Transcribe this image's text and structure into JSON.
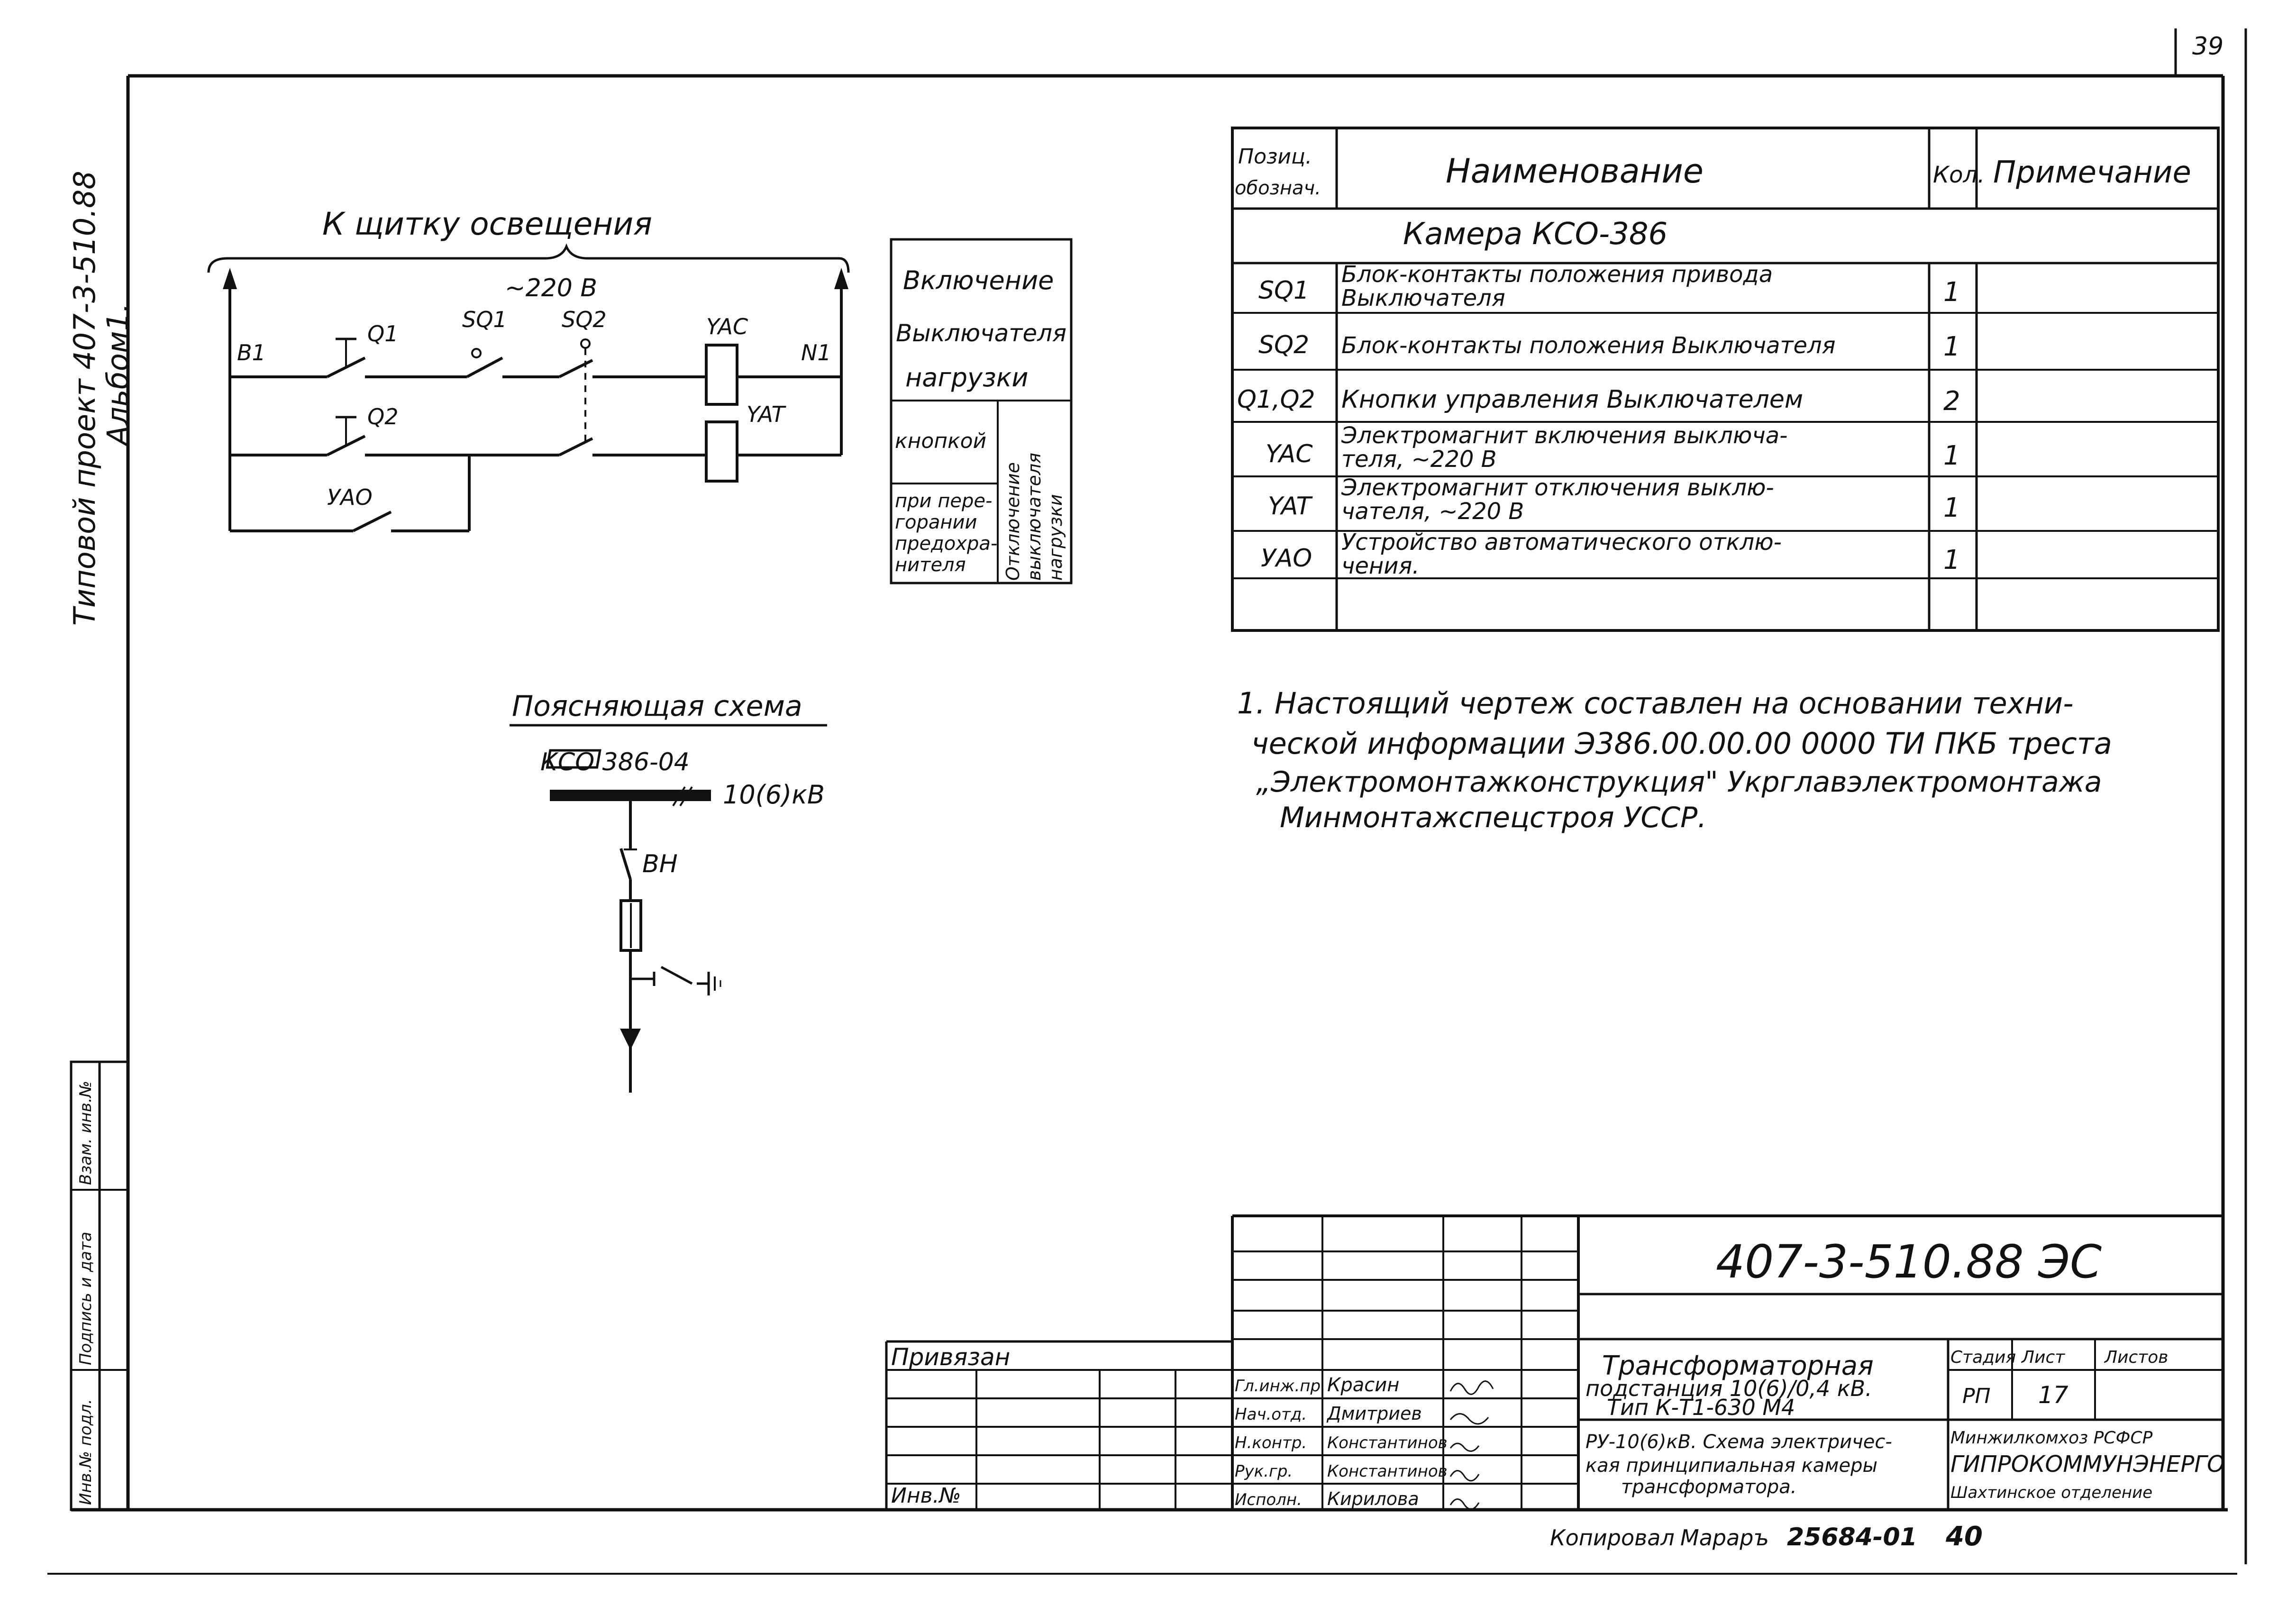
{
  "sheet_number": "39",
  "side_label": {
    "line1": "Типовой проект 407-3-510.88",
    "line2": "Альбом1."
  },
  "schematic": {
    "title": "К щитку освещения",
    "voltage": "~220 В",
    "labels": {
      "b1": "В1",
      "n1": "N1",
      "q1": "Q1",
      "q2": "Q2",
      "sq1": "SQ1",
      "sq2": "SQ2",
      "yac": "YAC",
      "yat": "YAT",
      "yao": "УАО"
    }
  },
  "control_table": {
    "header": [
      "Включение",
      "Выключателя",
      "нагрузки"
    ],
    "row_left": [
      "кнопкой",
      "при пере-",
      "горании",
      "предохра-",
      "нителя"
    ],
    "row_right": [
      "Отключение",
      "выключателя",
      "нагрузки"
    ]
  },
  "spec_table": {
    "headers": {
      "pos": [
        "Позиц.",
        "обознач."
      ],
      "name": "Наименование",
      "qty": "Кол.",
      "note": "Примечание"
    },
    "section": "Камера КСО-386",
    "rows": [
      {
        "pos": "SQ1",
        "name": [
          "Блок-контакты положения привода",
          "Выключателя"
        ],
        "qty": "1"
      },
      {
        "pos": "SQ2",
        "name": [
          "Блок-контакты положения Выключателя"
        ],
        "qty": "1"
      },
      {
        "pos": "Q1,Q2",
        "name": [
          "Кнопки управления Выключателем"
        ],
        "qty": "2"
      },
      {
        "pos": "YAC",
        "name": [
          "Электромагнит включения выключа-",
          "теля, ~220 В"
        ],
        "qty": "1"
      },
      {
        "pos": "YAT",
        "name": [
          "Электромагнит отключения выклю-",
          "чателя, ~220 В"
        ],
        "qty": "1"
      },
      {
        "pos": "УАО",
        "name": [
          "Устройство автоматического отклю-",
          "чения."
        ],
        "qty": "1"
      }
    ]
  },
  "notes": [
    "1. Настоящий чертеж составлен на основании техни-",
    "ческой информации Э386.00.00.00 0000 ТИ ПКБ треста",
    "„Электромонтажконструкция\" Укрглавэлектромонтажа",
    "Минмонтажспецстроя УССР."
  ],
  "explanatory": {
    "title": "Поясняющая схема",
    "cell": "КСО 386-04",
    "voltage": "10(6)кВ",
    "switch": "ВН"
  },
  "left_stamp": [
    "Инв.№ подл.",
    "Подпись и дата",
    "Взам. инв.№"
  ],
  "title_block": {
    "code": "407-3-510.88 ЭС",
    "privyazan": "Привязан",
    "inv": "Инв.№",
    "roles": [
      "Гл.инж.пр.",
      "Нач.отд.",
      "Н.контр.",
      "Рук.гр.",
      "Исполн."
    ],
    "names": [
      "Красин",
      "Дмитриев",
      "Константинов",
      "Константинов",
      "Кирилова"
    ],
    "object_title": [
      "Трансформаторная",
      "подстанция 10(6)/0,4 кВ.",
      "Тип К-Т1-630 М4"
    ],
    "drawing_title": [
      "РУ-10(6)кВ. Схема электричес-",
      "кая принципиальная камеры",
      "трансформатора."
    ],
    "stage_header": "Стадия",
    "sheet_header": "Лист",
    "sheets_header": "Листов",
    "stage": "РП",
    "sheet": "17",
    "org": [
      "Минжилкомхоз РСФСР",
      "ГИПРОКОММУНЭНЕРГО",
      "Шахтинское отделение"
    ]
  },
  "footer": {
    "copied": "Копировал",
    "name": "Мараръ",
    "order": "25684-01",
    "page": "40"
  },
  "colors": {
    "ink": "#111111",
    "paper": "#ffffff"
  }
}
